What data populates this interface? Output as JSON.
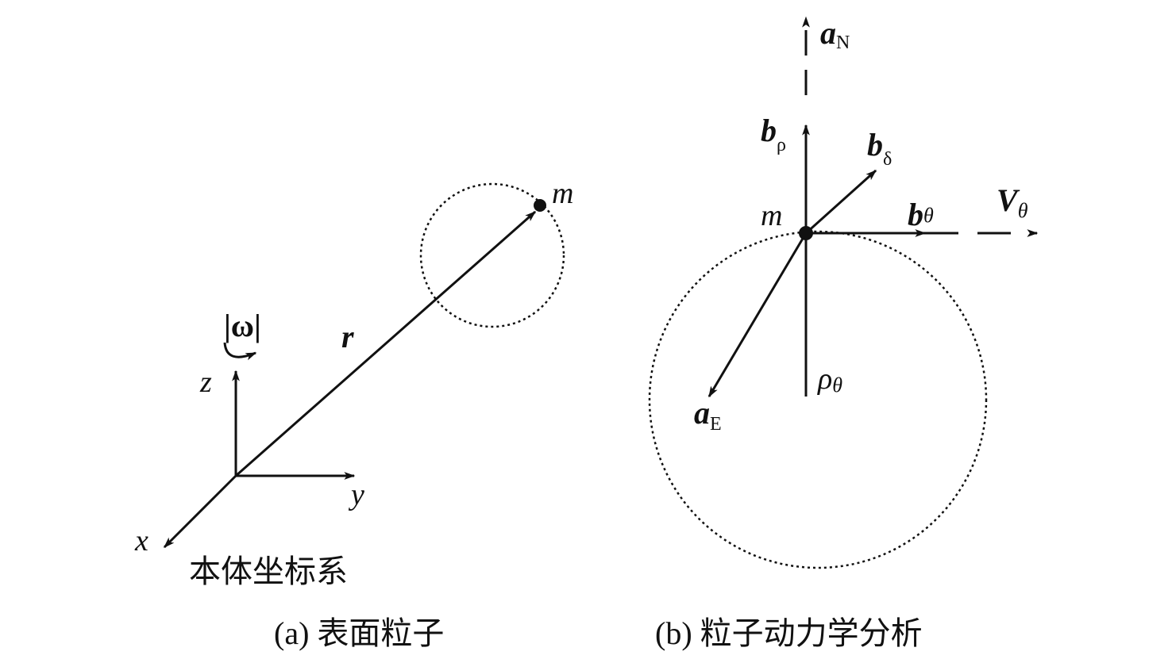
{
  "panel_a": {
    "caption": "(a) 表面粒子",
    "frame_label": "本体坐标系",
    "labels": {
      "omega": "|ω|",
      "z": "z",
      "y": "y",
      "x": "x",
      "r": "r",
      "m": "m"
    }
  },
  "panel_b": {
    "caption": "(b) 粒子动力学分析",
    "labels": {
      "aN": "a",
      "aN_sub": "N",
      "b_rho": "b",
      "b_rho_sub": "ρ",
      "b_delta": "b",
      "b_delta_sub": "δ",
      "b_theta": "b",
      "b_theta_sub": "θ",
      "V_theta": "V",
      "V_theta_sub": "θ",
      "m": "m",
      "rho_theta": "ρ",
      "rho_theta_sub": "θ",
      "aE": "a",
      "aE_sub": "E"
    }
  },
  "colors": {
    "ink": "#111111",
    "background": "#ffffff"
  }
}
